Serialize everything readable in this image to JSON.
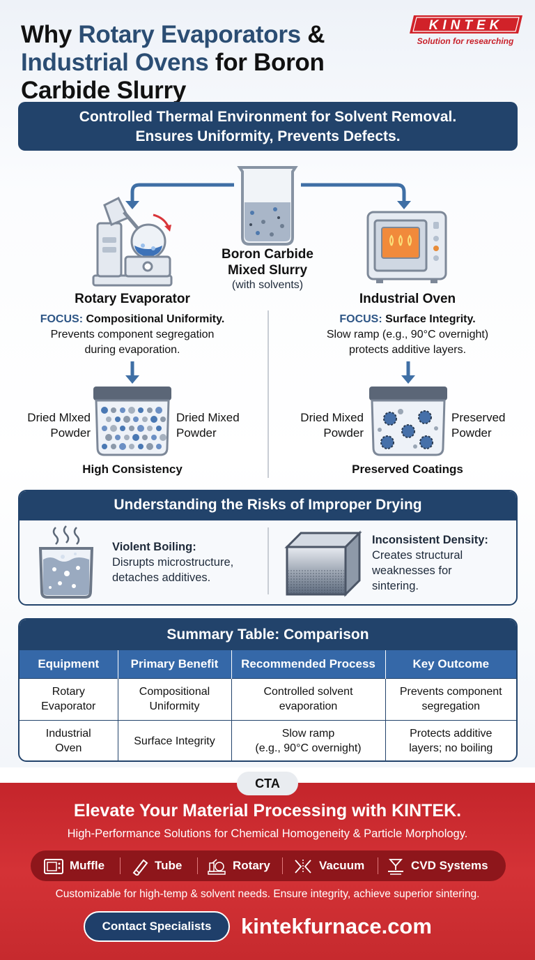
{
  "header": {
    "title_pre": "Why ",
    "title_hl1": "Rotary Evaporators",
    "title_mid": " & ",
    "title_hl2": "Industrial Ovens",
    "title_post": " for Boron Carbide Slurry",
    "logo_text": "KINTEK",
    "logo_tagline": "Solution for researching"
  },
  "banner": {
    "line1": "Controlled Thermal Environment for Solvent Removal.",
    "line2": "Ensures Uniformity, Prevents Defects."
  },
  "center": {
    "label1": "Boron Carbide",
    "label2": "Mixed Slurry",
    "label3": "(with solvents)"
  },
  "left": {
    "title": "Rotary Evaporator",
    "focus_key": "FOCUS:",
    "focus_val": " Compositional Uniformity.",
    "desc1": "Prevents component segregation",
    "desc2": "during evaporation.",
    "pl1": "Dried Mlxed",
    "pl2": "Powder",
    "pr1": "Dried Mixed",
    "pr2": "Powder",
    "result": "High Consistency"
  },
  "right": {
    "title": "Industrial Oven",
    "focus_key": "FOCUS:",
    "focus_val": " Surface Integrity.",
    "desc1": "Slow ramp (e.g., 90°C overnight)",
    "desc2": "protects additive layers.",
    "pl1": "Dried Mixed",
    "pl2": "Powder",
    "pr1": "Preserved",
    "pr2": "Powder",
    "result": "Preserved Coatings"
  },
  "risks": {
    "heading": "Understanding the Risks of Improper Drying",
    "r1_title": "Violent Boiling:",
    "r1_l1": "Disrupts microstructure,",
    "r1_l2": "detaches additives.",
    "r2_title": "Inconsistent Density:",
    "r2_l1": "Creates structural",
    "r2_l2": "weaknesses for",
    "r2_l3": "sintering."
  },
  "table": {
    "heading": "Summary Table: Comparison",
    "columns": [
      "Equipment",
      "Primary Benefit",
      "Recommended Process",
      "Key Outcome"
    ],
    "rows": [
      [
        [
          "Rotary",
          "Evaporator"
        ],
        [
          "Compositional",
          "Uniformity"
        ],
        [
          "Controlled solvent",
          "evaporation"
        ],
        [
          "Prevents component",
          "segregation"
        ]
      ],
      [
        [
          "Industrial",
          "Oven"
        ],
        [
          "Surface Integrity",
          ""
        ],
        [
          "Slow ramp",
          "(e.g., 90°C overnight)"
        ],
        [
          "Protects additive",
          "layers; no boiling"
        ]
      ]
    ]
  },
  "cta": {
    "pill": "CTA",
    "title": "Elevate Your Material Processing with KINTEK.",
    "subtitle": "High-Performance Solutions for Chemical Homogeneity & Particle Morphology.",
    "products": [
      "Muffle",
      "Tube",
      "Rotary",
      "Vacuum",
      "CVD Systems"
    ],
    "note": "Customizable for high-temp & solvent needs. Ensure integrity, achieve superior sintering.",
    "button": "Contact Specialists",
    "url": "kintekfurnace.com"
  },
  "colors": {
    "navy": "#22436b",
    "blue": "#3568a8",
    "red": "#c8202a"
  }
}
